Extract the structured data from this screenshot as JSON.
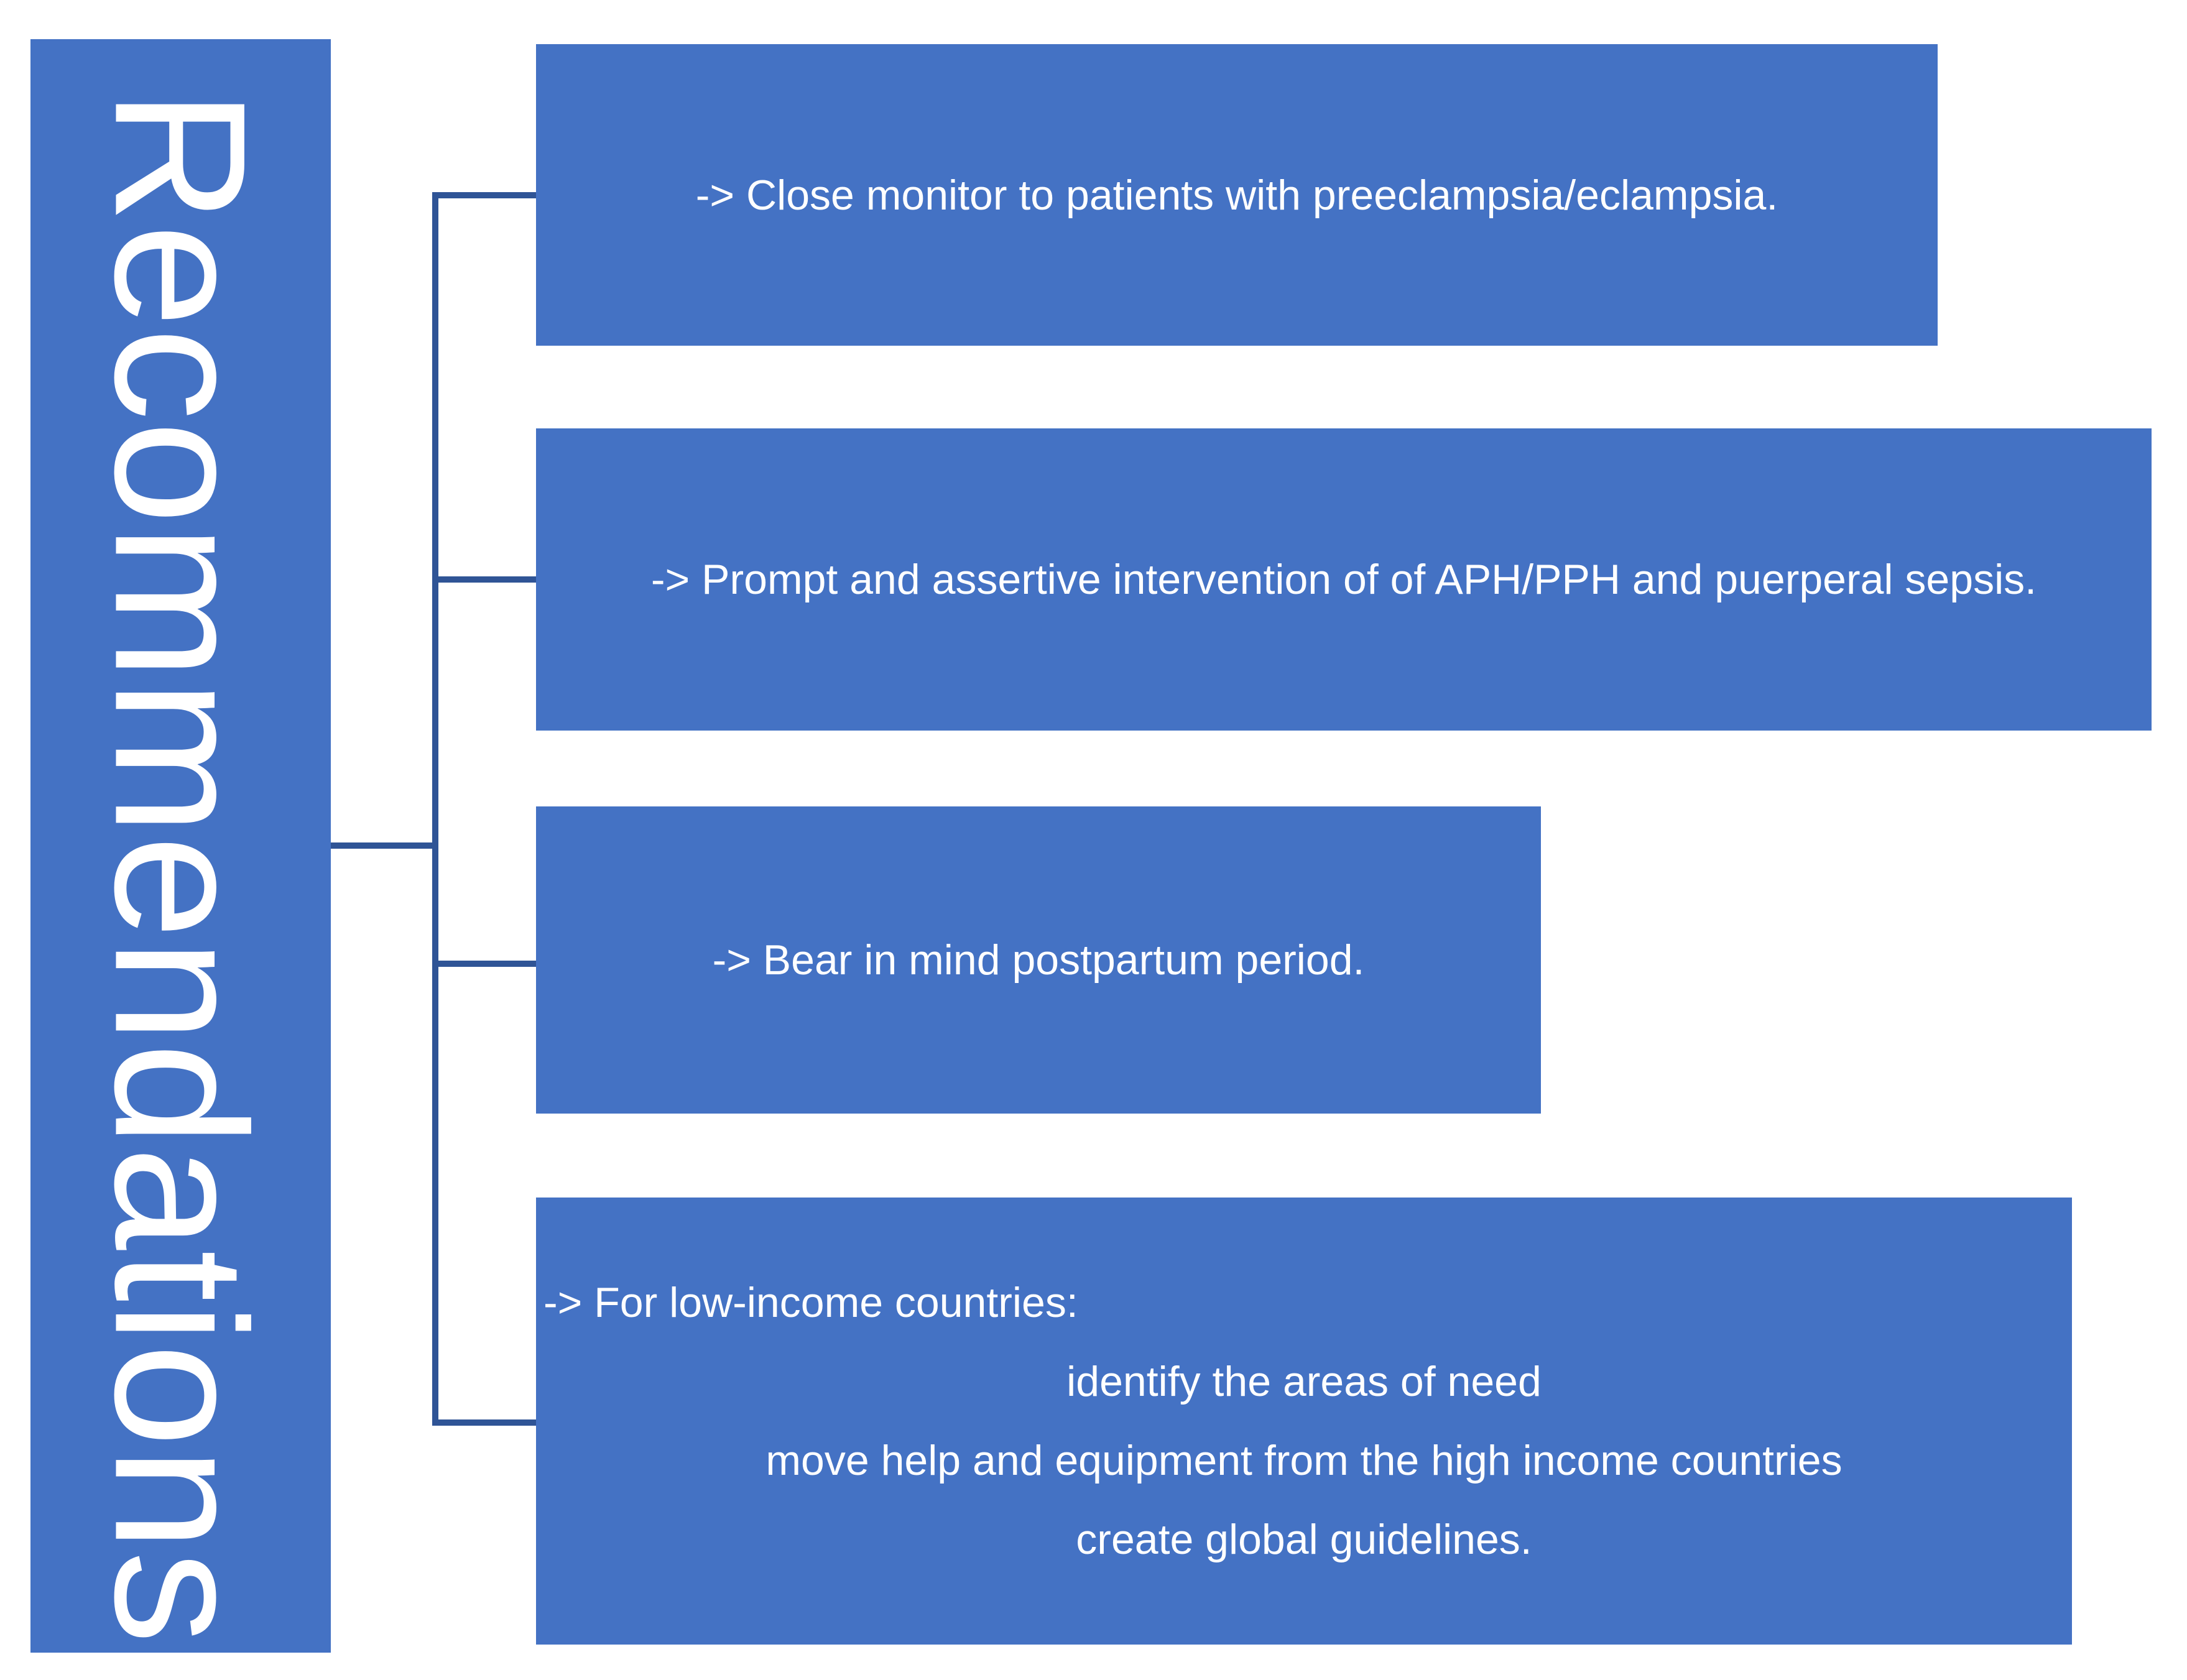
{
  "colors": {
    "background": "#ffffff",
    "shape_fill": "#4472C4",
    "connector_line": "#2F5496",
    "text_color": "#ffffff"
  },
  "title": {
    "text": "Recommendations"
  },
  "nodes": [
    {
      "label": "-> Close monitor to patients with preeclampsia/eclampsia."
    },
    {
      "label": "-> Prompt and assertive intervention of of APH/PPH and puerperal sepsis."
    },
    {
      "label": "-> Bear in mind postpartum period."
    },
    {
      "label_lines": [
        "-> For low-income countries:",
        "identify the areas of need",
        "move help and equipment from the high income countries",
        "create global guidelines."
      ]
    }
  ]
}
